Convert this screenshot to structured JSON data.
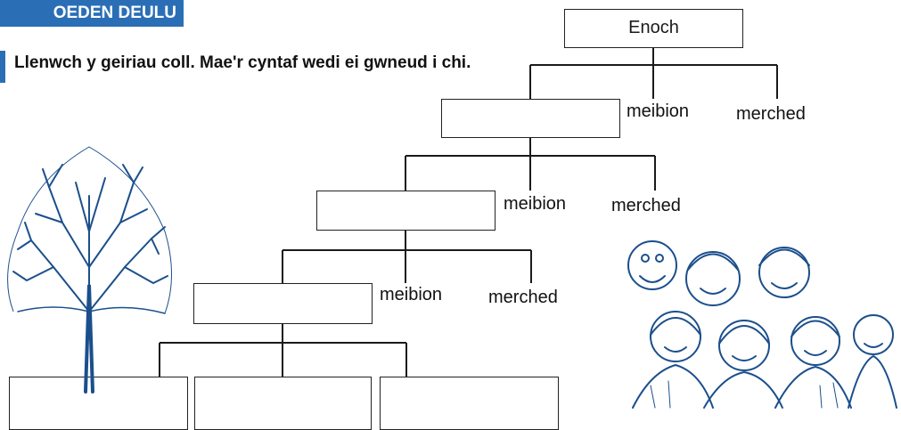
{
  "header": {
    "banner_text": "OEDEN DEULU"
  },
  "instruction": "Llenwch y geiriau coll. Mae'r cyntaf wedi ei gwneud i chi.",
  "tree": {
    "root_name": "Enoch",
    "generations": [
      {
        "sons_label": "meibion",
        "daughters_label": "merched"
      },
      {
        "sons_label": "meibion",
        "daughters_label": "merched"
      },
      {
        "sons_label": "meibion",
        "daughters_label": "merched"
      }
    ],
    "blank_boxes": 6
  },
  "colors": {
    "accent": "#2a6fb6",
    "lines": "#1a1a1a",
    "illustration": "#1b4f8c"
  },
  "illustrations": [
    "tree-illustration",
    "family-group-illustration"
  ]
}
